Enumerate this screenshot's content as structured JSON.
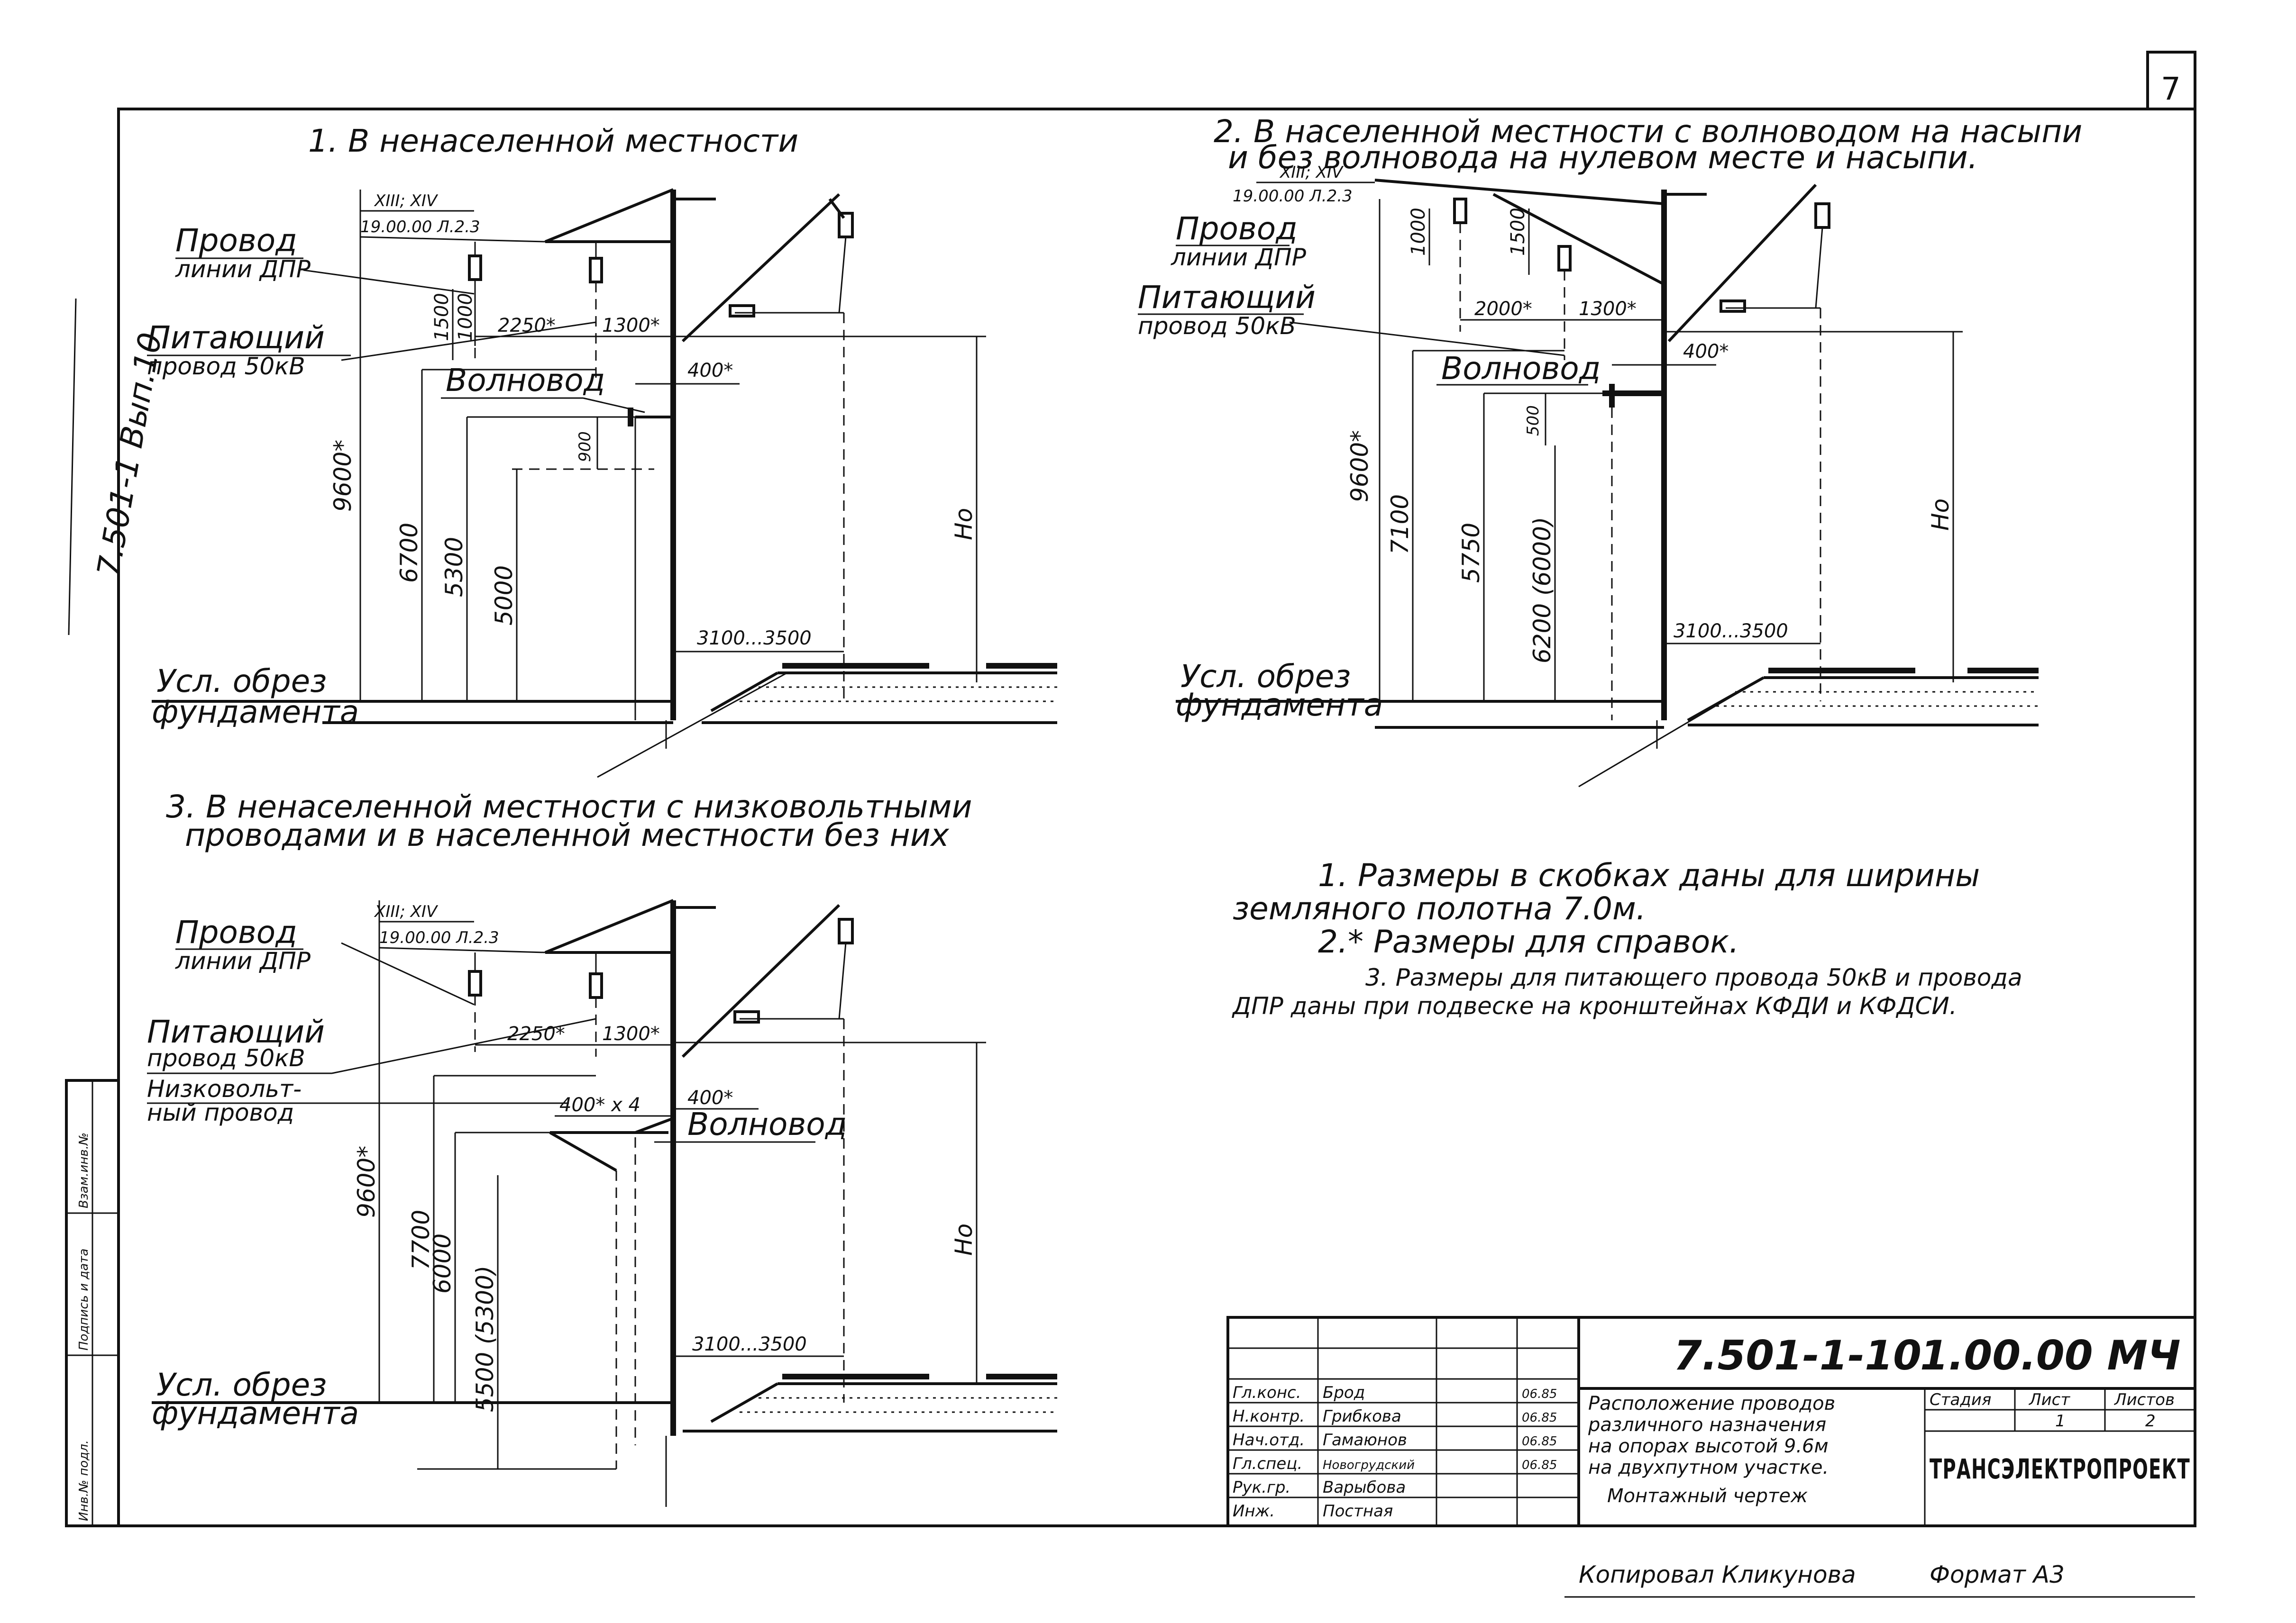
{
  "page_number": "7",
  "side_code": "7.501-1 Вып.10",
  "views": {
    "v1": {
      "title": "1. В ненаселенной местности",
      "marks": "XIII; XIV",
      "ref": "19.00.00 Л.2.3",
      "dpr_wire": [
        "Провод",
        "линии ДПР"
      ],
      "feed_wire": [
        "Питающий",
        "провод 50кВ"
      ],
      "waveguide": "Волновод",
      "dims": {
        "d1500": "1500",
        "d1000": "1000",
        "d2250": "2250*",
        "d1300": "1300*",
        "d400": "400*",
        "d900": "900",
        "d9600": "9600*",
        "d6700": "6700",
        "d5300": "5300",
        "d5000": "5000",
        "span": "3100...3500",
        "ho": "Но"
      },
      "base": [
        "Усл. обрез",
        "фундамента"
      ]
    },
    "v2": {
      "title": [
        "2. В населенной местности с волноводом на насыпи",
        "и без волновода на нулевом месте и насыпи."
      ],
      "marks": "XIII; XIV",
      "ref": "19.00.00 Л.2.3",
      "dpr_wire": [
        "Провод",
        "линии ДПР"
      ],
      "feed_wire": [
        "Питающий",
        "провод 50кВ"
      ],
      "waveguide": "Волновод",
      "dims": {
        "d1000": "1000",
        "d1500": "1500",
        "d2000": "2000*",
        "d1300": "1300*",
        "d400": "400*",
        "d500": "500",
        "d9600": "9600*",
        "d7100": "7100",
        "d5750": "5750",
        "d6200": "6200 (6000)",
        "span": "3100...3500",
        "ho": "Но"
      },
      "base": [
        "Усл. обрез",
        "фундамента"
      ]
    },
    "v3": {
      "title": [
        "3. В ненаселенной местности с низковольтными",
        "проводами и в населенной местности без них"
      ],
      "marks": "XIII; XIV",
      "ref": "19.00.00 Л.2.3",
      "dpr_wire": [
        "Провод",
        "линии ДПР"
      ],
      "feed_wire": [
        "Питающий",
        "провод 50кВ"
      ],
      "lv_wire": [
        "Низковольт-",
        "ный провод"
      ],
      "waveguide": "Волновод",
      "dims": {
        "d2250": "2250*",
        "d1300": "1300*",
        "d400x4": "400* х 4",
        "d400": "400*",
        "d9600": "9600*",
        "d7700": "7700",
        "d6000": "6000",
        "d5500": "5500 (5300)",
        "span": "3100...3500",
        "ho": "Но"
      },
      "base": [
        "Усл. обрез",
        "фундамента"
      ]
    }
  },
  "notes": [
    "1. Размеры в скобках даны для ширины",
    "земляного полотна 7.0м.",
    "2.* Размеры для справок.",
    "3. Размеры для питающего провода 50кВ и провода",
    "ДПР даны при подвеске на кронштейнах КФДИ и КФДСИ."
  ],
  "stamp": {
    "doc_code": "7.501-1-10",
    "sheet_code": "1.00.00 МЧ",
    "roles": [
      "Гл.конс.",
      "Н.контр.",
      "Нач.отд.",
      "Гл.спец.",
      "Рук.гр.",
      "Инж."
    ],
    "names": [
      "Брод",
      "Грибкова",
      "Гамаюнов",
      "Новогрудский",
      "Варыбова",
      "Постная"
    ],
    "dates": [
      "06.85",
      "06.85",
      "06.85",
      "06.85",
      "",
      ""
    ],
    "title_lines": [
      "Расположение проводов",
      "различного назначения",
      "на опорах высотой 9.6м",
      "на двухпутном участке.",
      "Монтажный чертеж"
    ],
    "stage_header": "Стадия",
    "sheet_header": "Лист",
    "sheets_header": "Листов",
    "sheet_value": "1",
    "sheets_value": "2",
    "org": "ТРАНСЭЛЕКТРОПРОЕКТ"
  },
  "side_stamp": [
    "Инв.№ подл.",
    "Подпись и дата",
    "Взам.инв.№"
  ],
  "footer": {
    "copied": "Копировал Кликунова",
    "format": "Формат А3"
  }
}
